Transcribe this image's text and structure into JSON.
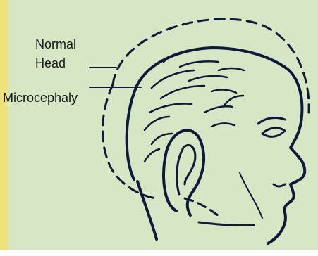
{
  "diagram": {
    "labels": {
      "normal_head_line1": "Normal",
      "normal_head_line2": "Head",
      "microcephaly": "Microcephaly"
    },
    "colors": {
      "background": "#d7e6c4",
      "side_strip": "#efe27a",
      "ink": "#0f1a3a"
    }
  }
}
